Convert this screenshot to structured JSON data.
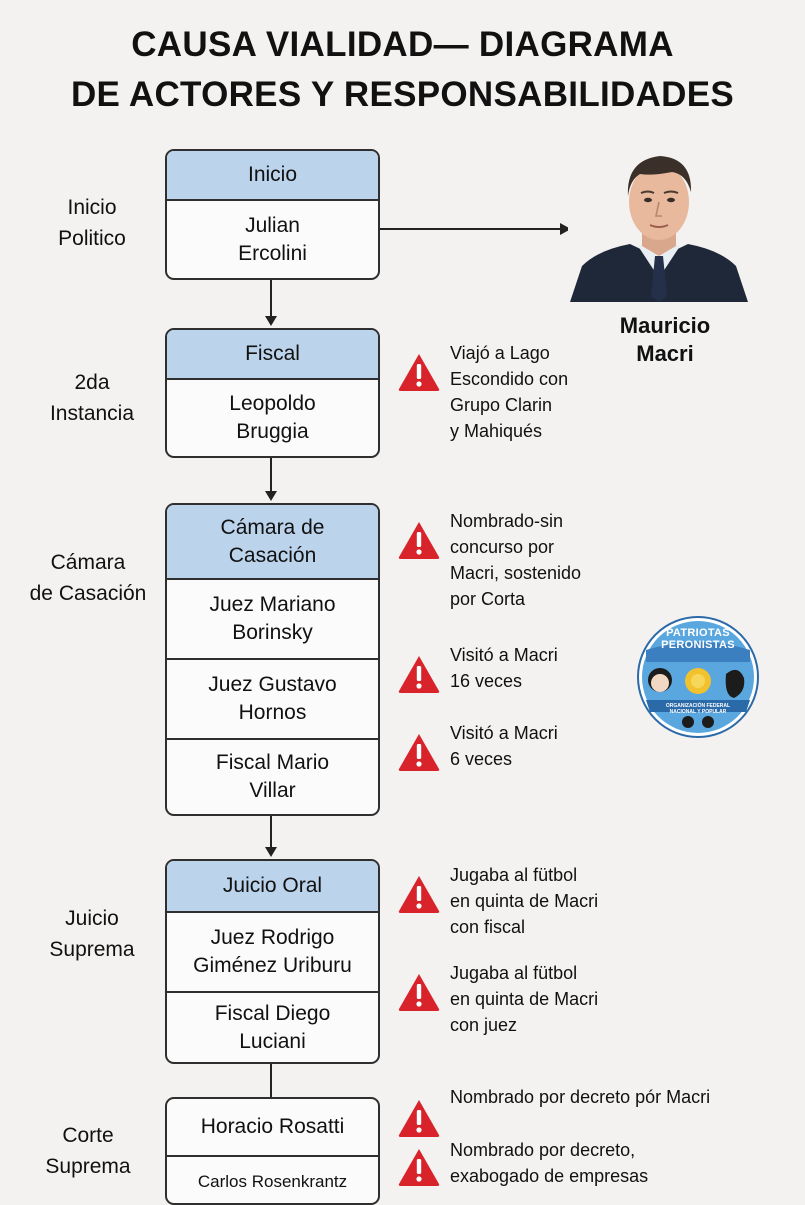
{
  "title": {
    "line1": "CAUSA VIALIDAD— DIAGRAMA",
    "line2": "DE ACTORES Y RESPONSABILIDADES"
  },
  "stages": [
    {
      "line1": "Inicio",
      "line2": "Politico"
    },
    {
      "line1": "2da",
      "line2": "Instancia"
    },
    {
      "line1": "Cámara",
      "line2": "de Casación"
    },
    {
      "line1": "Juicio",
      "line2": "Suprema"
    },
    {
      "line1": "Corte",
      "line2": "Suprema"
    }
  ],
  "boxes": {
    "inicio": {
      "header": "Inicio",
      "actor": {
        "line1": "Julian",
        "line2": "Ercolini"
      }
    },
    "fiscal": {
      "header": "Fiscal",
      "actor": {
        "line1": "Leopoldo",
        "line2": "Bruggia"
      }
    },
    "camara": {
      "header": {
        "line1": "Cámara de",
        "line2": "Casación"
      },
      "actors": [
        {
          "line1": "Juez Mariano",
          "line2": "Borinsky"
        },
        {
          "line1": "Juez Gustavo",
          "line2": "Hornos"
        },
        {
          "line1": "Fiscal Mario",
          "line2": "Villar"
        }
      ]
    },
    "juicio": {
      "header": "Juicio Oral",
      "actors": [
        {
          "line1": "Juez Rodrigo",
          "line2": "Giménez Uriburu"
        },
        {
          "line1": "Fiscal Diego",
          "line2": "Luciani"
        }
      ]
    },
    "corte": {
      "actors": [
        "Horacio Rosatti",
        "Carlos Rosenkrantz"
      ]
    }
  },
  "notes": [
    {
      "lines": [
        "Viajó a Lago",
        "Escondido con",
        "Grupo Clarin",
        "y Mahiqués"
      ]
    },
    {
      "lines": [
        "Nombrado-sin",
        "concurso por",
        "Macri, sostenido",
        "por Corta"
      ]
    },
    {
      "lines": [
        "Visitó a Macri",
        "16 veces"
      ]
    },
    {
      "lines": [
        "Visitó a Macri",
        "6 veces"
      ]
    },
    {
      "lines": [
        "Jugaba al fütbol",
        "en quinta de Macri",
        "con fiscal"
      ]
    },
    {
      "lines": [
        "Jugaba al fütbol",
        "en quinta de Macri",
        "con juez"
      ]
    },
    {
      "lines": [
        "Nombrado por decreto pór Macri"
      ]
    },
    {
      "lines": [
        "Nombrado por decreto,",
        "exabogado de empresas"
      ]
    }
  ],
  "macri": {
    "line1": "Mauricio",
    "line2": "Macri"
  },
  "badge": {
    "title_line1": "PATRIOTAS",
    "title_line2": "PERONISTAS",
    "org_line1": "ORGANIZACIÓN FEDERAL",
    "org_line2": "NACIONAL Y POPULAR"
  },
  "colors": {
    "header_fill": "#bcd3ec",
    "warning_red": "#d8232a",
    "badge_blue": "#5aa7df"
  }
}
